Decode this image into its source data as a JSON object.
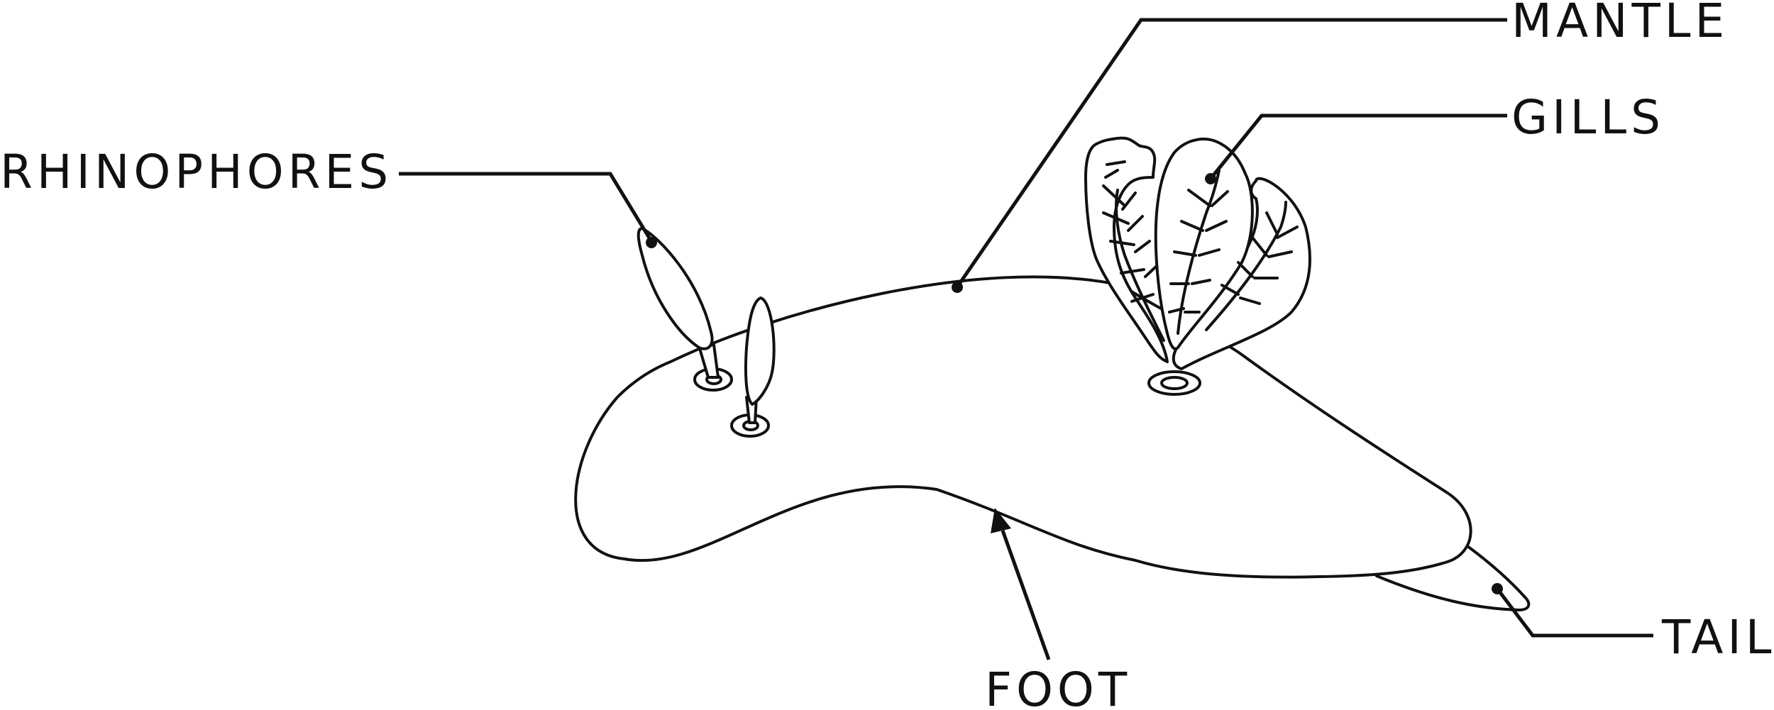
{
  "diagram": {
    "labels": {
      "mantle": "MANTLE",
      "gills": "GILLS",
      "rhinophores": "RHINOPHORES",
      "foot": "FOOT",
      "tail": "TAIL"
    },
    "colors": {
      "stroke": "#111111",
      "background": "#ffffff"
    }
  }
}
